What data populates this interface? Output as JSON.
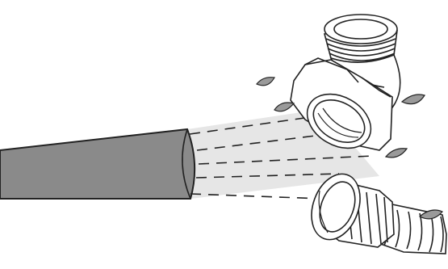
{
  "illustration": {
    "parts": [
      {
        "id": "hose",
        "icon": "hose-icon"
      },
      {
        "id": "elbow-fitting",
        "icon": "elbow-fitting-icon"
      },
      {
        "id": "coupling",
        "icon": "coupling-icon"
      }
    ],
    "water_drops": 5,
    "colors": {
      "hose": "#8a8a8a",
      "outline": "#222222",
      "beam": "#e6e6e6",
      "parts_fill": "#ffffff",
      "drops": "#9a9a9a"
    }
  }
}
